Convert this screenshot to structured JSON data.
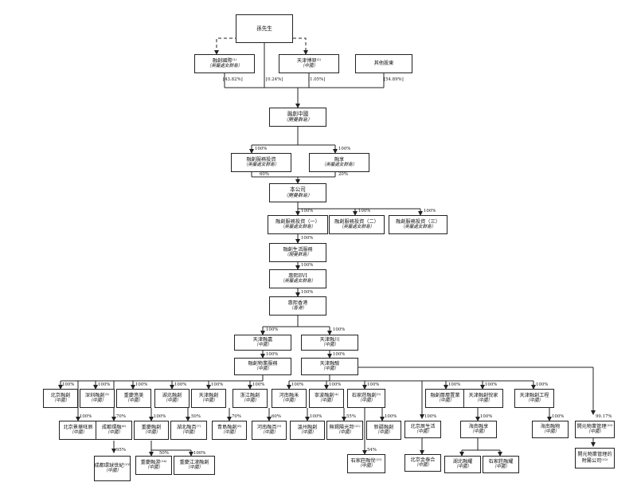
{
  "nodes": {
    "sun": {
      "name": "孫先生"
    },
    "rongchuang_group": {
      "name": "融創國際⁽¹⁾",
      "juris": "（英屬處女群島）"
    },
    "tianjin_boan": {
      "name": "天津博羿⁽²⁾",
      "juris": "（中國）"
    },
    "other_sh": {
      "name": "其他股東"
    },
    "sunac_china": {
      "name": "融創中國",
      "juris": "（開曼群島）"
    },
    "rc_service_inv": {
      "name": "融創服務投資",
      "juris": "（英屬處女群島）"
    },
    "rongxiang": {
      "name": "融享",
      "juris": "（英屬處女群島）"
    },
    "company": {
      "name": "本公司",
      "juris": "（開曼群島）"
    },
    "rc_inv1": {
      "name": "融創服務投資（一）",
      "juris": "（英屬處女群島）"
    },
    "rc_inv2": {
      "name": "融創服務投資（二）",
      "juris": "（英屬處女群島）"
    },
    "rc_inv3": {
      "name": "融創服務投資（三）",
      "juris": "（英屬處女群島）"
    },
    "rc_life": {
      "name": "融創生活服務",
      "juris": "（開曼群島）"
    },
    "huixi_bvi": {
      "name": "惠熙BVI",
      "juris": "（英屬處女群島）"
    },
    "huixi_hk": {
      "name": "惠熙香港",
      "juris": "（香港）"
    },
    "tj_rongjia": {
      "name": "天津融嘉",
      "juris": "（中國）"
    },
    "tj_rongchuan": {
      "name": "天津融川",
      "juris": "（中國）"
    },
    "rc_property": {
      "name": "融創物業服務",
      "juris": "（中國）"
    },
    "tj_rongjun": {
      "name": "天津融駿",
      "juris": "（中國）"
    },
    "bj_rc": {
      "name": "北京融創",
      "juris": "（中國）"
    },
    "sz_rc": {
      "name": "深圳融創⁽³⁾",
      "juris": "（中國）"
    },
    "cq_youmei": {
      "name": "重慶悠美",
      "juris": "（中國）"
    },
    "hunan_rc": {
      "name": "湖北融創",
      "juris": "（中國）"
    },
    "tj_rc": {
      "name": "天津融創",
      "juris": "（中國）"
    },
    "zj_rc": {
      "name": "浙江融創",
      "juris": "（中國）"
    },
    "henan_rc": {
      "name": "河南融禾",
      "juris": "（中國）"
    },
    "yd_rc": {
      "name": "寧波融創⁽⁴⁾",
      "juris": "（中國）"
    },
    "sjz_rc": {
      "name": "石家莊融創⁽⁵⁾",
      "juris": "（中國）"
    },
    "rc_layer": {
      "name": "融創層層置業",
      "juris": "（中國）"
    },
    "tj_rc_service": {
      "name": "天津融創悅家",
      "juris": "（中國）"
    },
    "tj_rc_eng": {
      "name": "天津融創工程",
      "juris": "（中國）"
    },
    "jy_property": {
      "name": "開元物業管理⁽¹⁰⁾",
      "juris": "（中國）"
    },
    "bj_jinghuaxin": {
      "name": "北京景華旺辰",
      "juris": "（中國）"
    },
    "cd_rongdi": {
      "name": "成都環融⁽⁶⁾",
      "juris": "（中國）"
    },
    "cq_rcs": {
      "name": "重慶融創",
      "juris": "（中國）"
    },
    "hb_rongxi": {
      "name": "湖北融百⁽⁷⁾",
      "juris": "（中國）"
    },
    "qd_rc": {
      "name": "青島融創⁽⁸⁾",
      "juris": "（中國）"
    },
    "henan_rongbai": {
      "name": "河南融百⁽⁹⁾",
      "juris": "（中國）"
    },
    "wz_rc": {
      "name": "溫州融創",
      "juris": "（中國）"
    },
    "sjz_kg": {
      "name": "無錫陽光邦⁽¹¹⁾",
      "juris": "（中國）"
    },
    "xinjiang_rc": {
      "name": "新疆融創",
      "juris": "（中國）"
    },
    "bj_xiangsheng": {
      "name": "北京辰生活",
      "juris": "（中國）"
    },
    "hainan_rc": {
      "name": "海南融享",
      "juris": "（中國）"
    },
    "hainan_ca": {
      "name": "海南融物",
      "juris": "（中國）"
    },
    "ky_jinan": {
      "name": "開元物業管理的附屬公司⁽¹²⁾",
      "juris": ""
    },
    "cd_huantai": {
      "name": "成都環球世紀⁽¹³⁾",
      "juris": "（中國）"
    },
    "cq_jiangfeng": {
      "name": "重慶融游⁽¹⁴⁾",
      "juris": "（中國）"
    },
    "cq_river": {
      "name": "重慶江津融創",
      "juris": "（中國）"
    },
    "sjz_rc2": {
      "name": "石家莊融悅⁽¹⁵⁾",
      "juris": "（中國）"
    },
    "bj_jincheng": {
      "name": "北京金泰合",
      "juris": "（中國）"
    },
    "hb_rcm": {
      "name": "湖北融耀",
      "juris": "（中國）"
    },
    "sjz_rcm": {
      "name": "石家莊融耀",
      "juris": "（中國）"
    }
  },
  "percentages": {
    "p_4382": "[43.82%]",
    "p_024": "[0.24%]",
    "p_105": "[1.05%]",
    "p_5489": "[54.89%]",
    "p_100": "100%",
    "p_60": "60%",
    "p_20": "20%",
    "p_70": "70%",
    "p_95": "95%",
    "p_50": "50%",
    "p_55": "55%",
    "p_54": "54%",
    "p_9917": "99.17%"
  }
}
